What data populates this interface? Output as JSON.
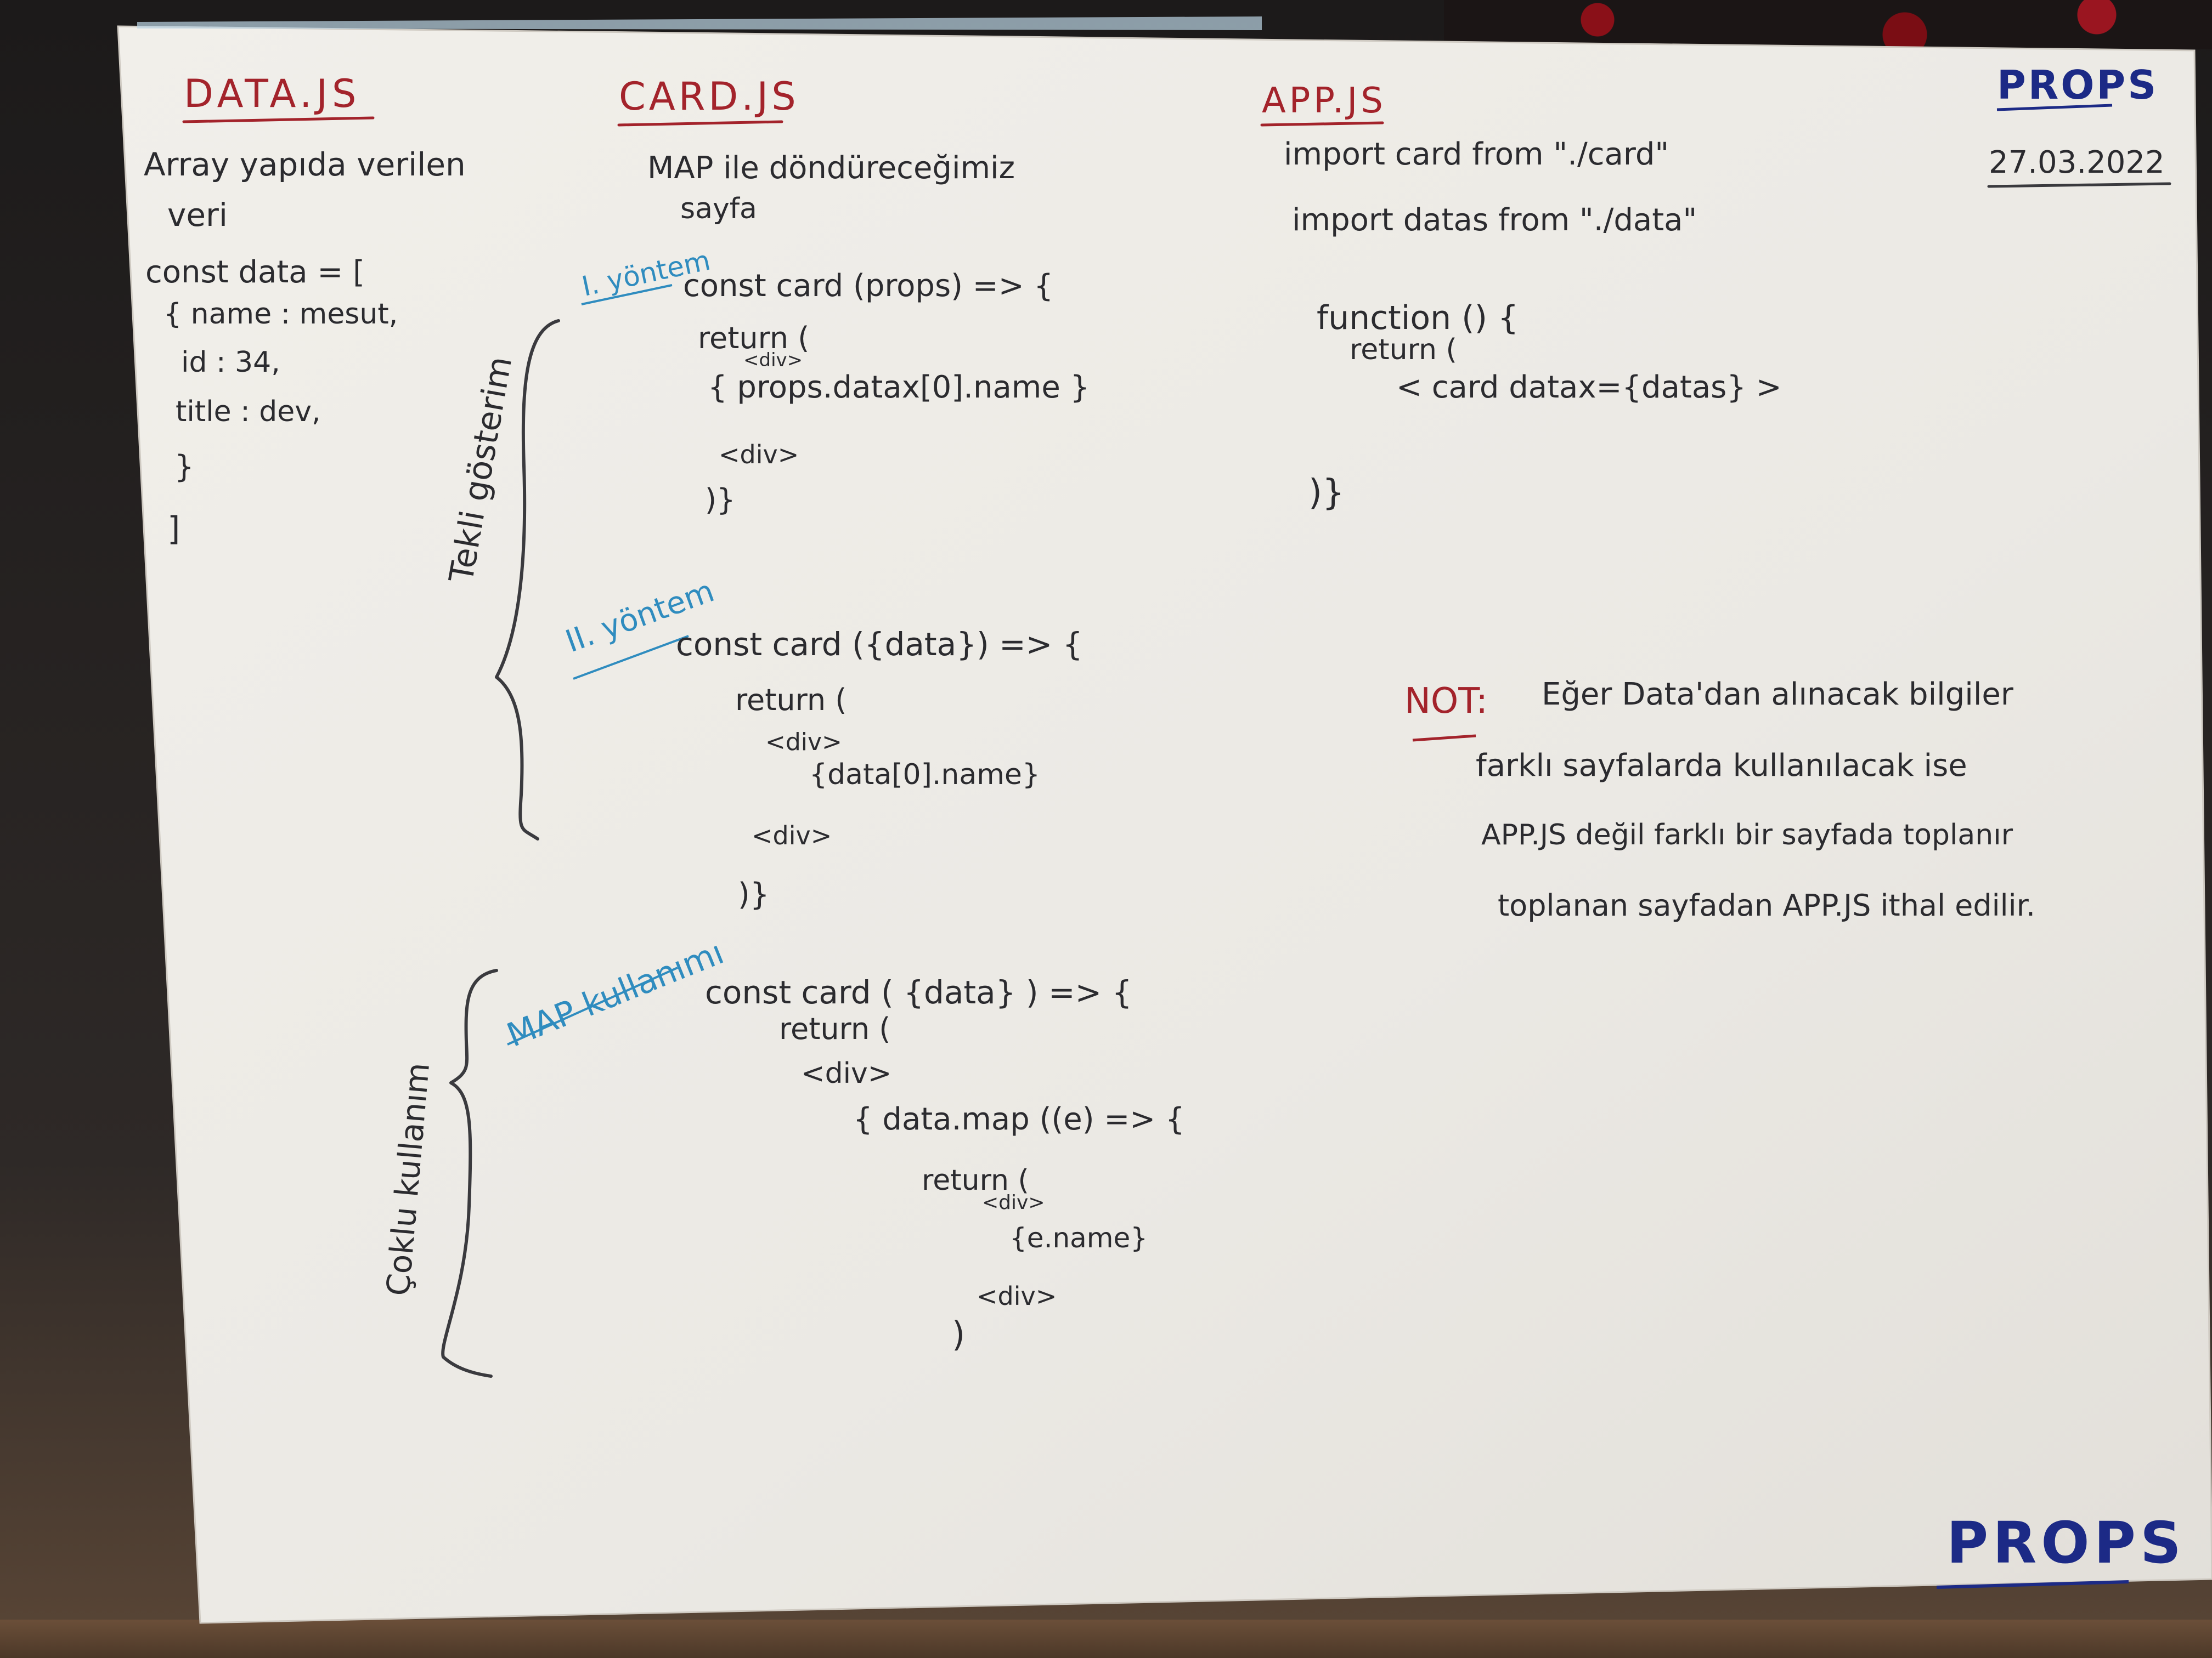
{
  "headings": {
    "data_js": "DATA.JS",
    "card_js": "CARD.JS",
    "app_js": "APP.JS",
    "props_top": "PROPS",
    "date": "27.03.2022",
    "props_bottom": "PROPS"
  },
  "data_js": {
    "desc_line1": "Array yapıda verilen",
    "desc_line2": "veri",
    "code": [
      "const data = [",
      "{ name : mesut,",
      "id : 34,",
      "title : dev,",
      "}",
      "]"
    ]
  },
  "card_js": {
    "desc_line1": "MAP ile döndüreceğimiz",
    "desc_line2": "sayfa",
    "side_single": "Tekli gösterim",
    "side_multi": "Çoklu kullanım",
    "method1": {
      "label": "I. yöntem",
      "lines": [
        "const card (props) => {",
        "return (",
        "<div>",
        "{ props.datax[0].name }",
        "<div>",
        ")}"
      ]
    },
    "method2": {
      "label": "II. yöntem",
      "lines": [
        "const card ({data}) => {",
        "return (",
        "<div>",
        "{data[0].name}",
        "<div>",
        ")}"
      ]
    },
    "map_usage": {
      "label": "MAP kullanımı",
      "lines": [
        "const card ( {data} ) => {",
        "return (",
        "<div>",
        "{ data.map ((e) => {",
        "return (",
        "<div>",
        "{e.name}",
        "<div>",
        ")"
      ]
    }
  },
  "app_js": {
    "lines": [
      "import card from \"./card\"",
      "import datas from \"./data\"",
      "function () {",
      "return (",
      "< card datax={datas} >",
      ")}"
    ]
  },
  "note": {
    "label": "NOT:",
    "lines": [
      "Eğer Data'dan alınacak bilgiler",
      "farklı sayfalarda kullanılacak ise",
      "APP.JS değil farklı bir sayfada toplanır",
      "toplanan sayfadan APP.JS ithal edilir."
    ]
  },
  "colors": {
    "ink": "#2b2b2f",
    "red": "#a3232b",
    "blue": "#2f8cbf",
    "navy": "#1c2a86",
    "paper": "#eeece7"
  }
}
